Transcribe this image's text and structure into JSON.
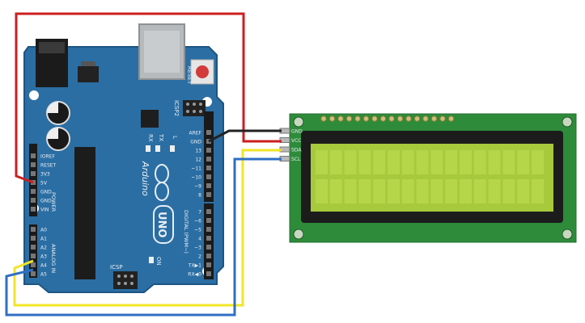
{
  "board": {
    "reset_label": "RESET",
    "icsp2_label": "ICSP2",
    "tx_label": "TX",
    "rx_label": "RX",
    "l_label": "L",
    "brand": "Arduino",
    "model": "UNO",
    "on_label": "ON",
    "icsp_label": "ICSP",
    "digital_label": "DIGITAL (PWM~)",
    "power_label": "POWER",
    "analog_label": "ANALOG IN",
    "power_pins": [
      "IOREF",
      "RESET",
      "3V3",
      "5V",
      "GND",
      "GND",
      "VIN"
    ],
    "analog_pins": [
      "A0",
      "A1",
      "A2",
      "A3",
      "A4",
      "A5"
    ],
    "digital_top": [
      "AREF",
      "GND",
      "13",
      "12",
      "~11",
      "~10",
      "~9",
      "8"
    ],
    "digital_bottom": [
      "7",
      "~6",
      "~5",
      "4",
      "~3",
      "2",
      "TX▶1",
      "RX◀0"
    ]
  },
  "lcd": {
    "pins": [
      "GND",
      "VCC",
      "SDA",
      "SCL"
    ]
  },
  "wires": {
    "red": "#cc1f1f",
    "black": "#222222",
    "yellow": "#f2e527",
    "blue": "#2f6fc4"
  },
  "colors": {
    "board": "#2b6ea3",
    "lcd_pcb": "#2e8b3a",
    "lcd_screen": "#a7c93c"
  }
}
